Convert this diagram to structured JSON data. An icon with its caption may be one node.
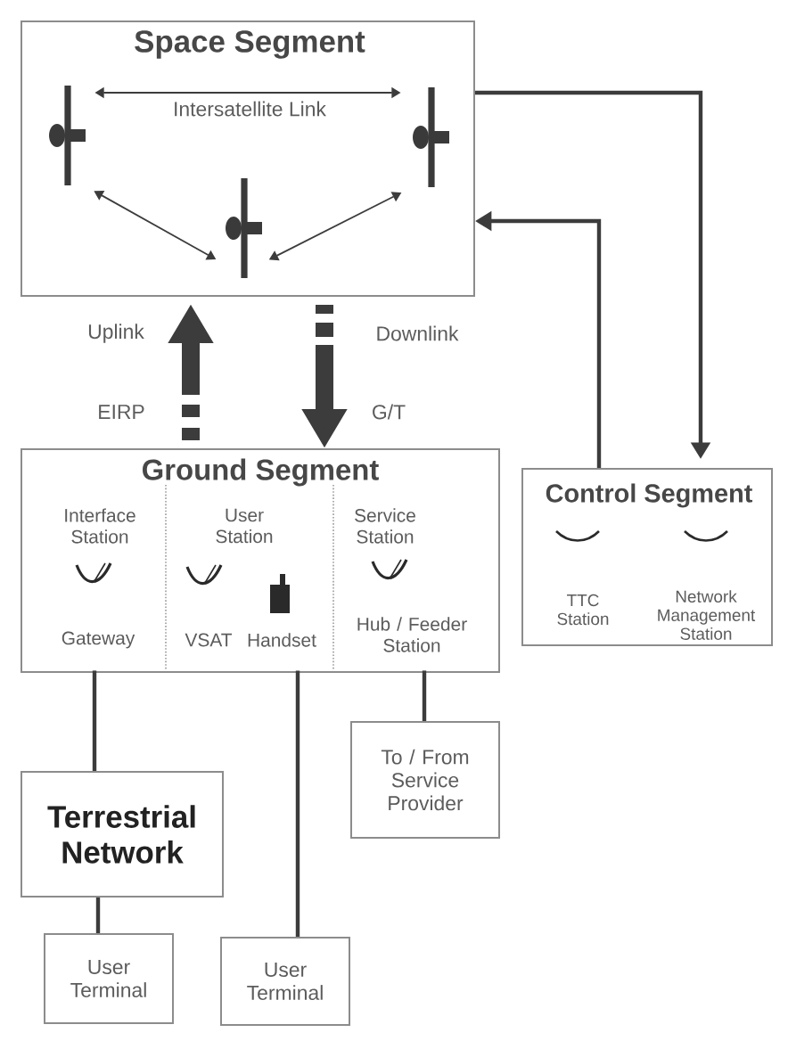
{
  "diagram": {
    "nodes": [
      {
        "text": [
          "Space Segment"
        ]
      },
      {
        "text": [],
        "shape": "picture",
        "in": 0
      },
      {
        "text": [],
        "shape": "picture",
        "in": 0
      },
      {
        "text": [],
        "shape": "picture",
        "in": 0
      },
      {
        "text": [
          "Ground Segment"
        ]
      },
      {
        "text": [
          "Interface Station",
          "Gateway"
        ],
        "in": 4
      },
      {
        "text": [
          "User Station",
          "VSAT",
          "Handset"
        ],
        "in": 4
      },
      {
        "text": [
          "Service Station",
          "Hub / Feeder Station"
        ],
        "in": 4
      },
      {
        "text": [
          "Control Segment",
          "TTC Station",
          "Network Management Station"
        ]
      },
      {
        "text": [
          "Terrestrial Network"
        ]
      },
      {
        "text": [
          "To / From Service Provider"
        ]
      },
      {
        "text": [
          "User Terminal"
        ]
      },
      {
        "text": [
          "User Terminal"
        ]
      }
    ],
    "edges": [
      {
        "from": 1,
        "to": 3,
        "arrow": "both",
        "label": "Intersatellite Link"
      },
      {
        "from": 1,
        "to": 2,
        "arrow": "both"
      },
      {
        "from": 3,
        "to": 2,
        "arrow": "both"
      },
      {
        "from": 4,
        "to": 0,
        "arrow": "to",
        "label": "Uplink",
        "style": "thick"
      },
      {
        "from": 0,
        "to": 4,
        "arrow": "to",
        "label": "Downlink",
        "style": "thick"
      },
      {
        "from": 0,
        "to": 8,
        "arrow": "to"
      },
      {
        "from": 8,
        "to": 0,
        "arrow": "to"
      },
      {
        "from": 5,
        "to": 9,
        "arrow": "none"
      },
      {
        "from": 6,
        "to": 12,
        "arrow": "none"
      },
      {
        "from": 7,
        "to": 10,
        "arrow": "none"
      },
      {
        "from": 9,
        "to": 11,
        "arrow": "none"
      }
    ],
    "labels": [
      "EIRP",
      "G/T"
    ]
  }
}
